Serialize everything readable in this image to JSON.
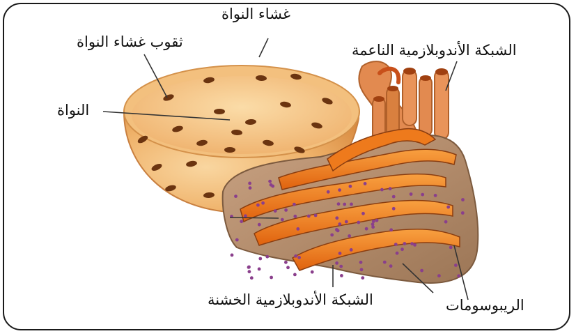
{
  "labels": {
    "nuclear_envelope": "غشاء النواة",
    "nuclear_pores": "ثقوب غشاء النواة",
    "nucleus": "النواة",
    "smooth_er": "الشبكة الأندوبلازمية الناعمة",
    "rough_er": "الشبكة الأندوبلازمية الخشنة",
    "ribosomes": "الريبوسومات"
  },
  "colors": {
    "nucleus_outer": "#f0b46e",
    "nucleus_inner": "#f6cc8e",
    "er_outer": "#b08a6a",
    "er_lumen": "#f07a1a",
    "er_channel": "#d94f0e",
    "ribosome": "#8a3f8c",
    "pore": "#6b3410",
    "frame": "#1a1a1a"
  }
}
